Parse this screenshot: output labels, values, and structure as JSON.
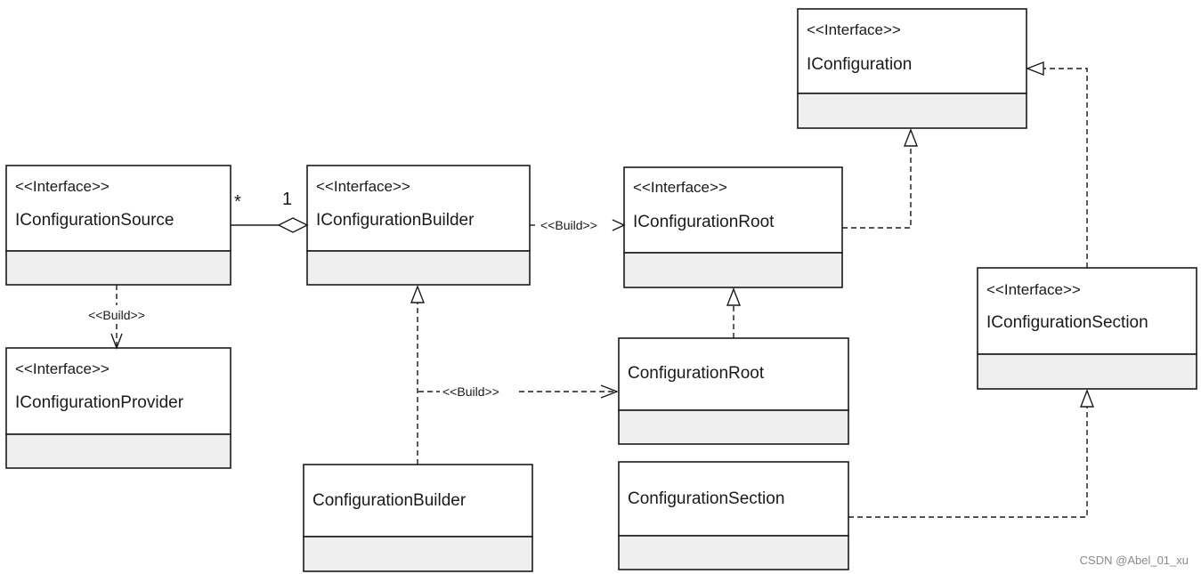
{
  "classes": {
    "iconfiguration": {
      "stereotype": "<<Interface>>",
      "name": "IConfiguration"
    },
    "iconfiguration_source": {
      "stereotype": "<<Interface>>",
      "name": "IConfigurationSource"
    },
    "iconfiguration_builder": {
      "stereotype": "<<Interface>>",
      "name": "IConfigurationBuilder"
    },
    "iconfiguration_root": {
      "stereotype": "<<Interface>>",
      "name": "IConfigurationRoot"
    },
    "iconfiguration_section": {
      "stereotype": "<<Interface>>",
      "name": "IConfigurationSection"
    },
    "iconfiguration_provider": {
      "stereotype": "<<Interface>>",
      "name": "IConfigurationProvider"
    },
    "configuration_root": {
      "name": "ConfigurationRoot"
    },
    "configuration_builder": {
      "name": "ConfigurationBuilder"
    },
    "configuration_section": {
      "name": "ConfigurationSection"
    }
  },
  "edges": {
    "source_to_provider_label": "<<Build>>",
    "builder_to_root_label": "<<Build>>",
    "cbuilder_to_croot_label": "<<Build>>",
    "aggregation_source_mult": "*",
    "aggregation_builder_mult": "1"
  },
  "watermark": "CSDN @Abel_01_xu"
}
